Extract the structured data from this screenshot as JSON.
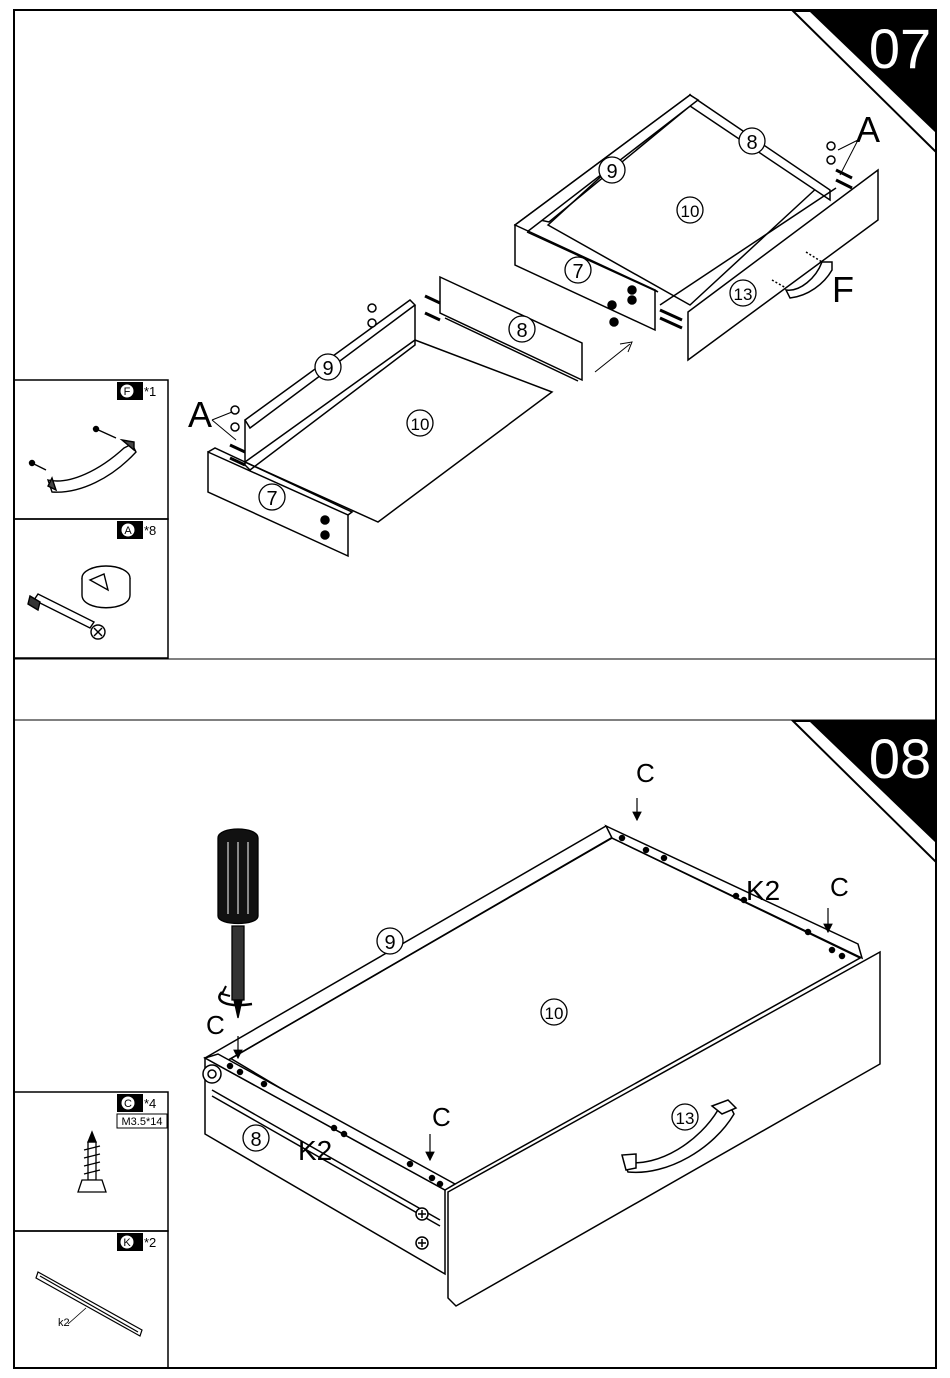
{
  "steps": [
    {
      "number": "07",
      "parts": [
        {
          "letter": "F",
          "qty": "*1",
          "spec": ""
        },
        {
          "letter": "A",
          "qty": "*8",
          "spec": ""
        }
      ],
      "callouts": {
        "p8_back": "8",
        "p9_back": "9",
        "p10_back": "10",
        "p7_back": "7",
        "p13": "13",
        "p9_front": "9",
        "p8_front": "8",
        "p10_front": "10",
        "p7_front": "7",
        "a_right": "A",
        "a_left": "A",
        "f": "F"
      }
    },
    {
      "number": "08",
      "parts": [
        {
          "letter": "C",
          "qty": "*4",
          "spec": "M3.5*14"
        },
        {
          "letter": "K",
          "qty": "*2",
          "spec": ""
        }
      ],
      "slide_label": "k2",
      "callouts": {
        "p9": "9",
        "p10": "10",
        "p8": "8",
        "p13": "13",
        "k2_right": "K2",
        "k2_left": "K2",
        "c1": "C",
        "c2": "C",
        "c3": "C",
        "c4": "C"
      }
    }
  ]
}
